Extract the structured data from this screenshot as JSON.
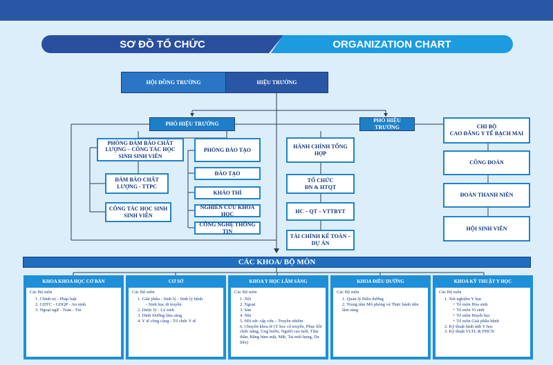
{
  "banner": {
    "left": "SƠ ĐỒ TỔ CHỨC",
    "right": "ORGANIZATION CHART"
  },
  "nodes": {
    "hoi_dong_truong": "HỘI ĐỒNG TRƯỜNG",
    "hieu_truong": "HIỆU TRƯỞNG",
    "pho_hieu_truong_1": "PHÓ HIỆU TRƯỞNG",
    "pho_hieu_truong_2": "PHÓ HIỆU TRƯỞNG",
    "chi_bo": "CHI BỘ\nCAO ĐẲNG Y TẾ BẠCH MAI",
    "phong_dbcl": "PHÒNG ĐẢM BẢO CHẤT LƯỢNG – CÔNG TÁC HỌC SINH SINH VIÊN",
    "dam_bao_chat_luong": "ĐẢM BẢO CHẤT LƯỢNG - TTPC",
    "cong_tac_hssv": "CÔNG TÁC HỌC SINH SINH VIÊN",
    "phong_dao_tao": "PHÒNG ĐÀO TẠO",
    "dao_tao": "ĐÀO TẠO",
    "khao_thi": "KHẢO THÍ",
    "nckh": "NGHIÊN CỨU KHOA HỌC",
    "cntt": "CÔNG NGHỆ THÔNG TIN",
    "hanh_chinh": "HÀNH CHÍNH TỔNG HỢP",
    "to_chuc": "TỔ CHỨC\nĐN & HTQT",
    "hc_qt": "HC – QT – VTTBYT",
    "tai_chinh": "TÀI CHÍNH KẾ TOÁN – DỰ ÁN",
    "cong_doan": "CÔNG ĐOÀN",
    "doan_thanh_nien": "ĐOÀN THANH NIÊN",
    "hoi_sinh_vien": "HỘI SINH VIÊN"
  },
  "khoa_bar": "CÁC KHOA/ BỘ MÔN",
  "panels": [
    {
      "title": "KHOA KHOA HỌC CƠ BẢN",
      "group": "Các Bộ môn",
      "items": [
        "1.  Chính trị - Pháp luật",
        "2.  GDTC - GDQP - An ninh",
        "3.  Ngoại ngữ - Toán - Tin"
      ]
    },
    {
      "title": "CƠ SỞ",
      "group": "Các Bộ môn",
      "items": [
        "1.  Giải phẫu - Sinh lý - Sinh lý bệnh",
        "- Sinh học di truyền",
        "2.  Dược lý - Lý sinh",
        "3.  Dinh Dưỡng lâm sàng",
        "4.  Y tế công cộng - Tổ chức Y tế"
      ]
    },
    {
      "title": "KHOA Y HỌC LÂM SÀNG",
      "group": "Các Bộ môn",
      "items": [
        "1.  Nội",
        "2.  Ngoại",
        "3.  Sản",
        "4.  Nhi",
        "5.  Hồi sức cấp cứu – Truyền nhiễm",
        "6.  Chuyên khoa lẻ (Y học cổ truyền, Phục hồi chức năng, Ung bướu, Người cao tuổi, Tâm thần, Răng hàm mặt, Mắt, Tai mũi họng, Da liễu)"
      ]
    },
    {
      "title": "KHOA ĐIỀU DƯỠNG",
      "group": "Các Bộ môn",
      "items": [
        "1.  Quản lý Điều dưỡng",
        "2.  Trung tâm Mô phỏng và Thực hành tiền lâm sàng"
      ]
    },
    {
      "title": "KHOA KỸ THUẬT Y HỌC",
      "group": "Các Bộ môn",
      "items": [
        "1.  Xét nghiệm Y học",
        "+ Tổ môn Hóa sinh",
        "+ Tổ môn Vi sinh",
        "+ Tổ môn Huyết học",
        "+ Tổ môn Giải phẫu bệnh",
        "2.  Kỹ thuật hình ảnh Y học",
        "3.  Kỹ thuật VLTL & PHCN"
      ]
    }
  ]
}
